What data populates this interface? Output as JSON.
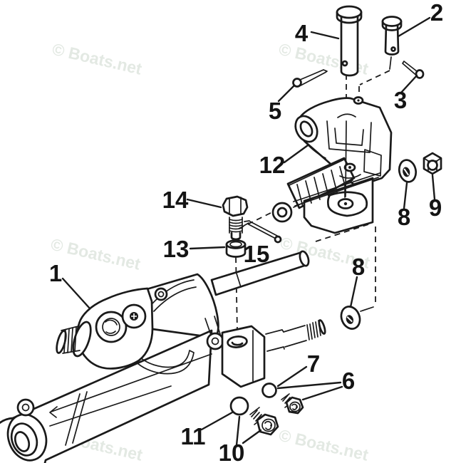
{
  "watermark": {
    "text": "© Boats.net",
    "color": "#e3e9e3"
  },
  "callouts": [
    "1",
    "2",
    "3",
    "4",
    "5",
    "6",
    "7",
    "8",
    "8",
    "9",
    "10",
    "11",
    "12",
    "13",
    "14",
    "15"
  ]
}
